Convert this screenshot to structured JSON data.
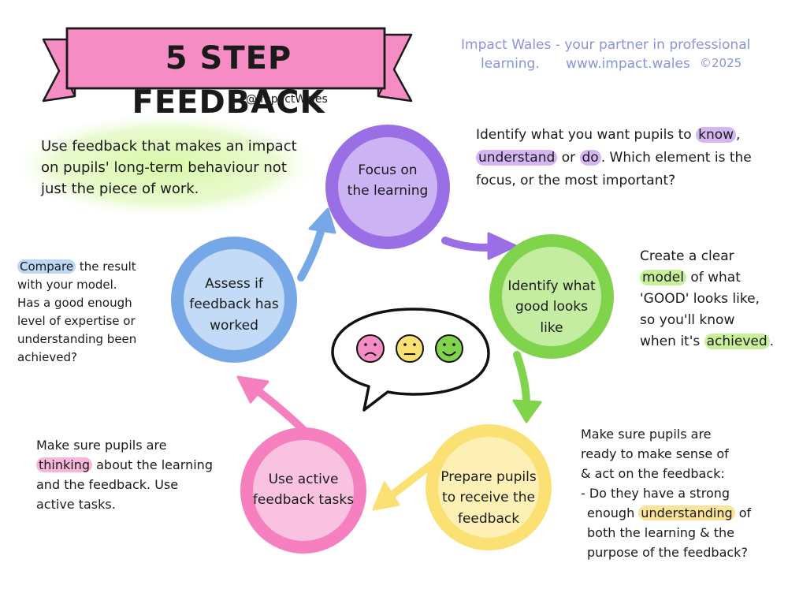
{
  "header": {
    "title": "5 STEP FEEDBACK",
    "handle": "@ImpactWales"
  },
  "partner": {
    "line1": "Impact Wales - your partner in professional",
    "line2a": "learning.",
    "line2b": "www.impact.wales",
    "line2c": "©2025"
  },
  "intro": {
    "line1": "Use feedback that makes an impact",
    "line2": "on pupils' long-term behaviour not",
    "line3": "just the piece of work."
  },
  "steps": [
    {
      "l1": "Focus on",
      "l2": "the learning",
      "l3": ""
    },
    {
      "l1": "Identify what",
      "l2": "good looks",
      "l3": "like"
    },
    {
      "l1": "Prepare pupils",
      "l2": "to receive the",
      "l3": "feedback"
    },
    {
      "l1": "Use active",
      "l2": "feedback tasks",
      "l3": ""
    },
    {
      "l1": "Assess if",
      "l2": "feedback has",
      "l3": "worked"
    }
  ],
  "notes": {
    "focus": {
      "l1a": "Identify what you want pupils to ",
      "l1hl": "know",
      "l1b": ",",
      "l2hl1": "understand",
      "l2a": " or ",
      "l2hl2": "do",
      "l2b": ". Which element is the",
      "l3": "focus, or the most important?"
    },
    "good": {
      "l1": "Create a clear",
      "l2hl": "model",
      "l2": " of what",
      "l3": "'GOOD' looks like,",
      "l4": "so you'll know",
      "l5a": "when it's ",
      "l5hl": "achieved",
      "l5b": "."
    },
    "prepare": {
      "l1": "Make sure pupils are",
      "l2": "ready to make sense of",
      "l3": "& act on the feedback:",
      "l4": "- Do they have a strong",
      "l5a": "enough ",
      "l5hl": "understanding",
      "l5b": " of",
      "l6": "both the learning & the",
      "l7": "purpose of the feedback?"
    },
    "active": {
      "l1": "Make sure pupils are",
      "l2hl": "thinking",
      "l2": " about the learning",
      "l3": "and the feedback. Use",
      "l4": "active tasks."
    },
    "assess": {
      "l1hl": "Compare",
      "l1": " the result",
      "l2": "with your model.",
      "l3": "Has a good enough",
      "l4": "level of expertise or",
      "l5": "understanding been",
      "l6": "achieved?"
    }
  },
  "colors": {
    "banner": "#f58dc4",
    "focus": "#9a6fe6",
    "focus_inner": "#ccb3f4",
    "good": "#7fd44b",
    "good_inner": "#c5eda1",
    "prepare": "#fbe174",
    "prepare_inner": "#fdf0b5",
    "active": "#f57fbf",
    "active_inner": "#f9c2e0",
    "assess": "#76a8e7",
    "assess_inner": "#c3dbf6",
    "partner_text": "#8a94d6"
  },
  "icons": [
    "sad-face-icon",
    "neutral-face-icon",
    "happy-face-icon",
    "speech-bubble-icon"
  ]
}
